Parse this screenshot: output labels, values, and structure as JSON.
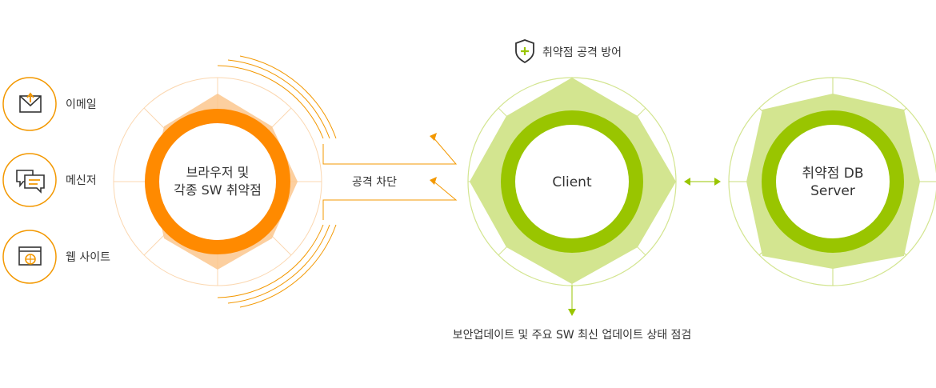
{
  "sources": [
    {
      "label": "이메일",
      "icon": "envelope-icon"
    },
    {
      "label": "메신저",
      "icon": "chat-bubbles-icon"
    },
    {
      "label": "웹 사이트",
      "icon": "browser-globe-icon"
    }
  ],
  "vulnerability": {
    "line1": "브라우저 및",
    "line2": "각종 SW 취약점"
  },
  "block": {
    "label": "공격 차단"
  },
  "defense": {
    "label": "취약점 공격 방어",
    "icon": "shield-plus-icon"
  },
  "client": {
    "label": "Client"
  },
  "server": {
    "line1": "취약점 DB",
    "line2": "Server"
  },
  "update": {
    "label": "보안업데이트 및 주요 SW 최신 업데이트 상태 점검"
  },
  "colors": {
    "orange": "#ff8a00",
    "orange_light": "#fbc78e",
    "green": "#99c500",
    "green_light": "#d3e590",
    "text": "#333333"
  }
}
